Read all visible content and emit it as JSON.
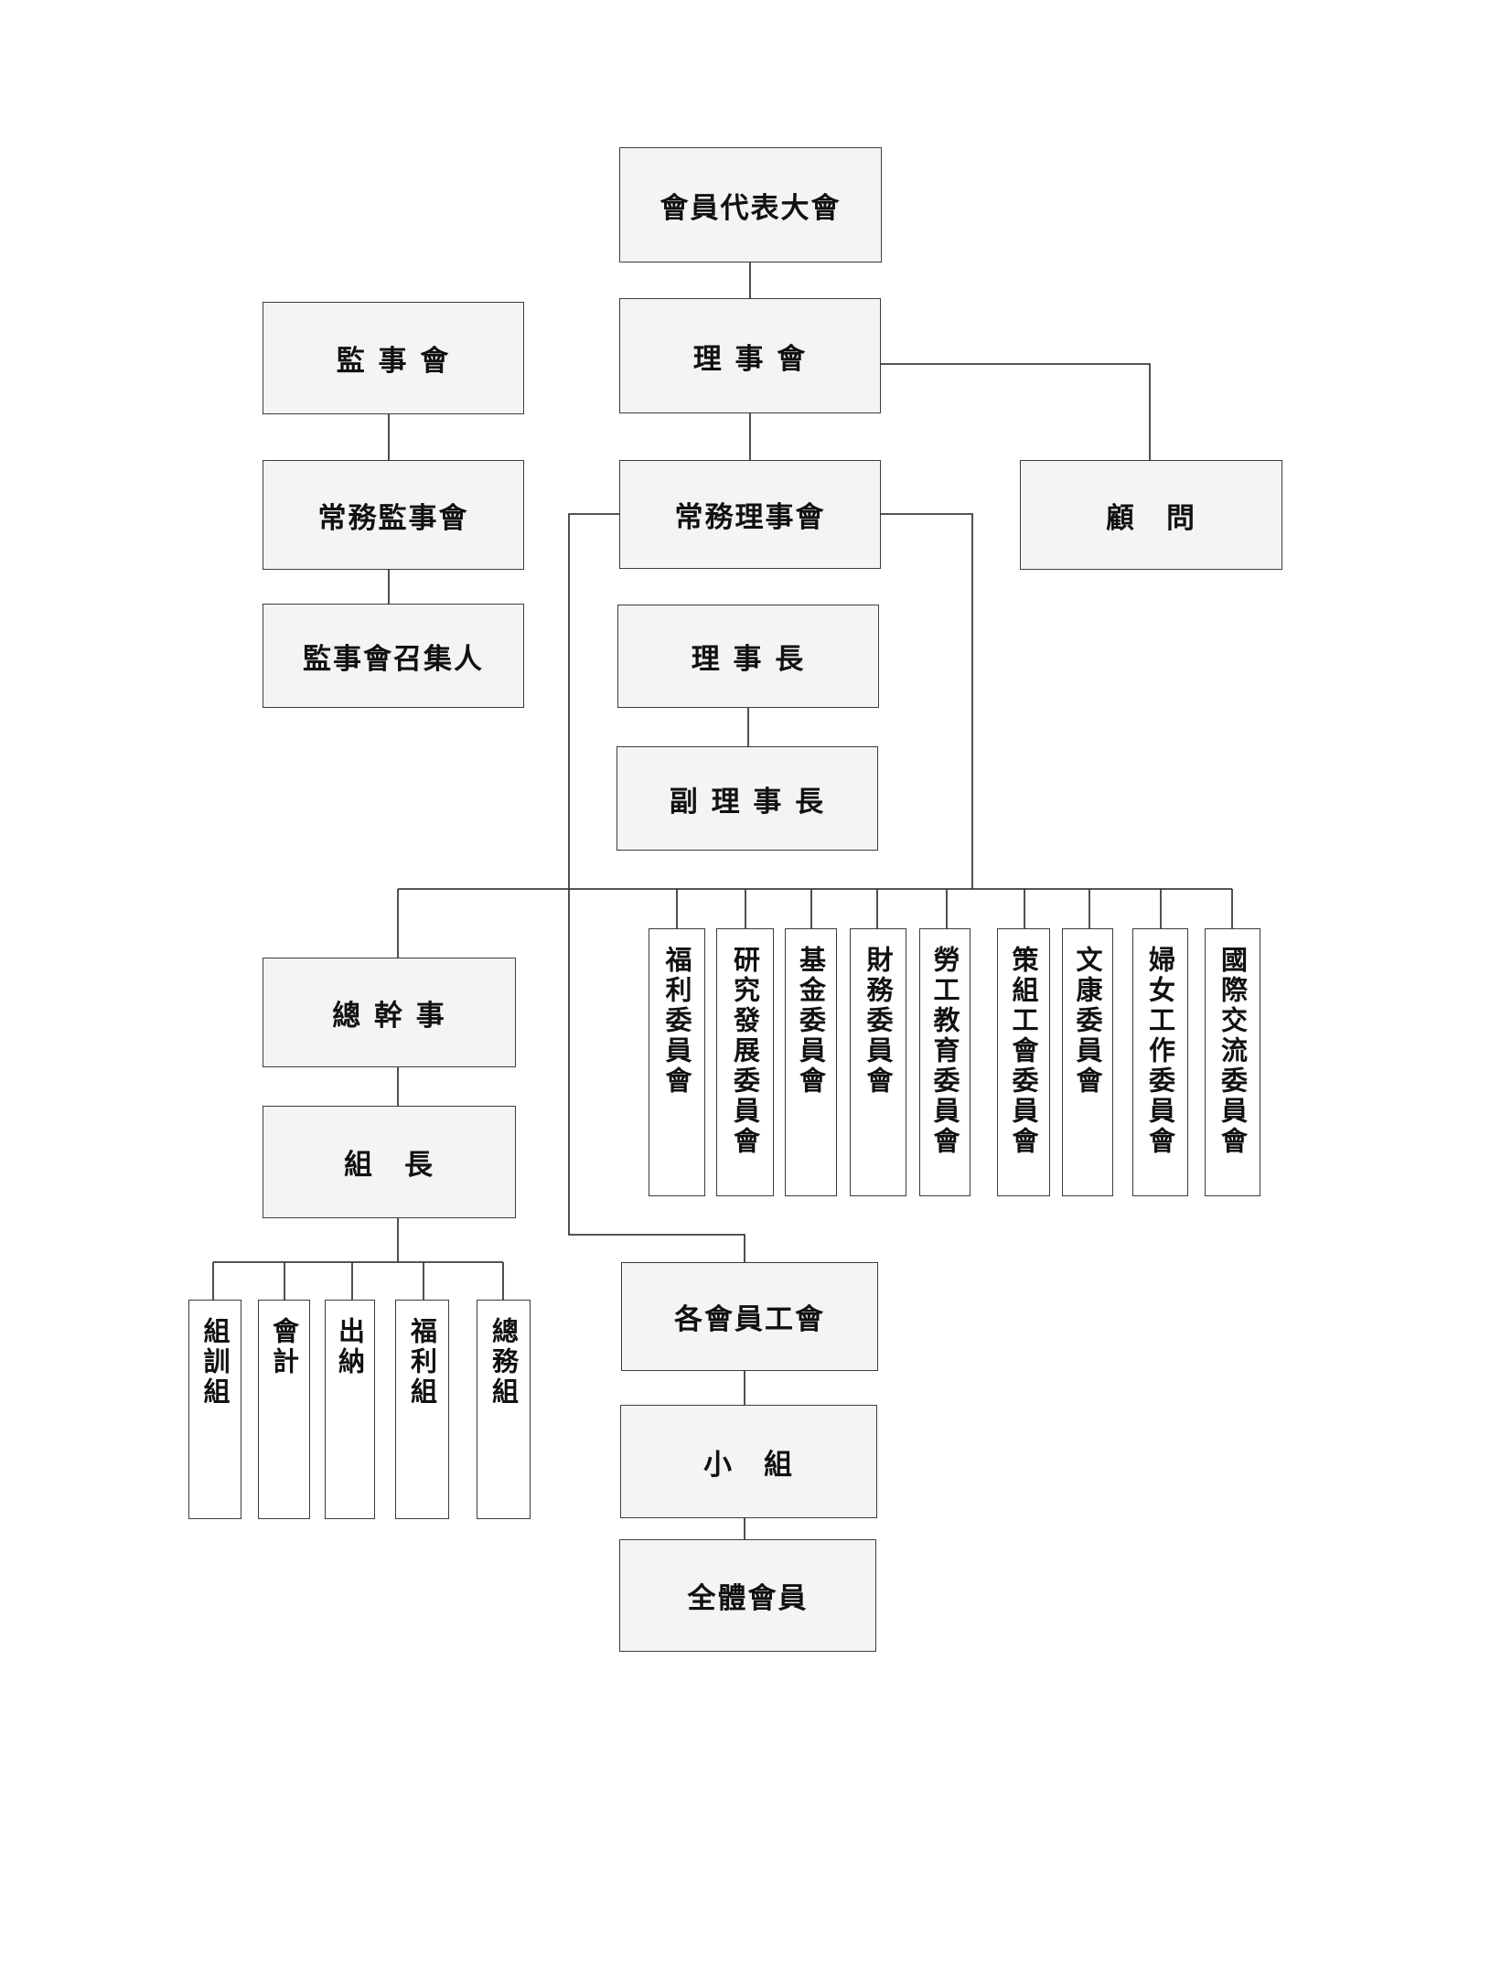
{
  "nodes": {
    "congress": "會員代表大會",
    "board_of_directors": "理 事 會",
    "board_of_supervisors": "監 事 會",
    "standing_supervisors": "常務監事會",
    "supervisors_convener": "監事會召集人",
    "standing_directors": "常務理事會",
    "advisor": "顧　問",
    "chairman": "理 事 長",
    "vice_chairman": "副 理 事 長",
    "secretary_general": "總 幹 事",
    "section_chief": "組　長",
    "member_unions": "各會員工會",
    "groups": "小　組",
    "all_members": "全體會員"
  },
  "sections": [
    "組訓組",
    "會計",
    "出納",
    "福利組",
    "總務組"
  ],
  "committees": [
    "福利委員會",
    "研究發展委員會",
    "基金委員會",
    "財務委員會",
    "勞工教育委員會",
    "策組工會委員會",
    "文康委員會",
    "婦女工作委員會",
    "國際交流委員會"
  ]
}
